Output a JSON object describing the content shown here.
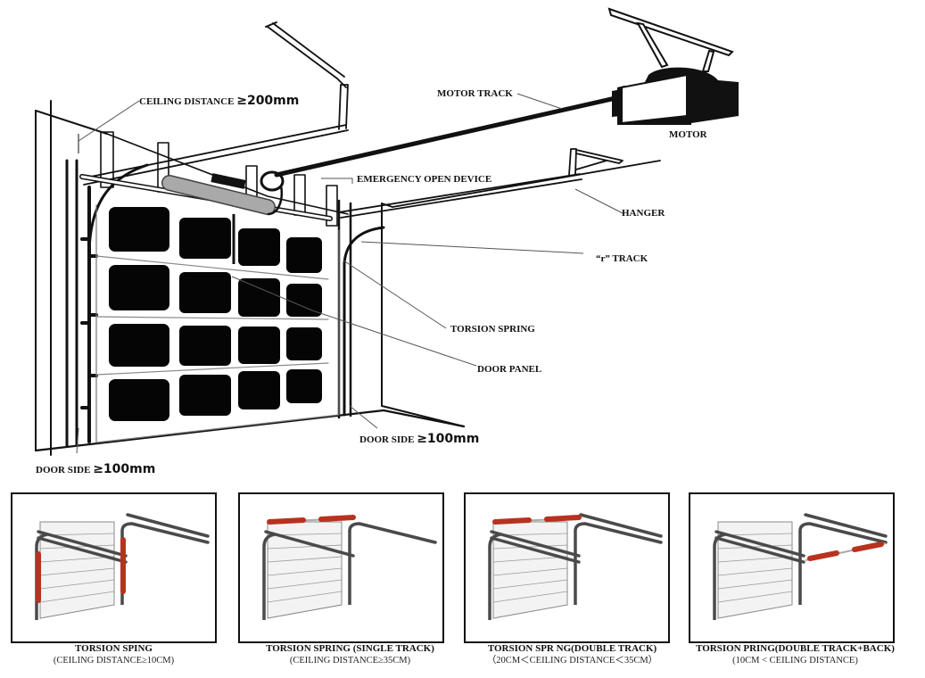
{
  "main_diagram": {
    "labels": {
      "ceiling_distance_prefix": "CEILING DISTANCE ",
      "ceiling_distance_value": "≥200mm",
      "motor_track": "MOTOR TRACK",
      "motor": "MOTOR",
      "emergency_open_device": "EMERGENCY OPEN DEVICE",
      "hanger": "HANGER",
      "r_track": "“r” TRACK",
      "torsion_spring": "TORSION SPRING",
      "door_panel": "DOOR PANEL",
      "door_side_right_prefix": "DOOR SIDE ",
      "door_side_right_value": "≥100mm",
      "door_side_left_prefix": "DOOR SIDE ",
      "door_side_left_value": "≥100mm"
    }
  },
  "variants": [
    {
      "title": "TORSION SPING",
      "subtitle": "(CEILING DISTANCE≥10CM)",
      "spring_position": "vertical-sides",
      "tracks": "double"
    },
    {
      "title": "TORSION SPRING (SINGLE TRACK)",
      "subtitle": "(CEILING DISTANCE≥35CM)",
      "spring_position": "front-top",
      "tracks": "single"
    },
    {
      "title": "TORSION SPR NG(DOUBLE TRACK)",
      "subtitle": "（20CM＜CEILING DISTANCE＜35CM）",
      "spring_position": "front-top",
      "tracks": "double"
    },
    {
      "title": "TORSION PRING(DOUBLE TRACK+BACK)",
      "subtitle": "(10CM < CEILING DISTANCE)",
      "spring_position": "rear",
      "tracks": "double"
    }
  ],
  "colors": {
    "ink": "#111111",
    "spring_red": "#b8321f",
    "panel_line": "#9a9a9a",
    "track_gray": "#4a4a4a"
  }
}
